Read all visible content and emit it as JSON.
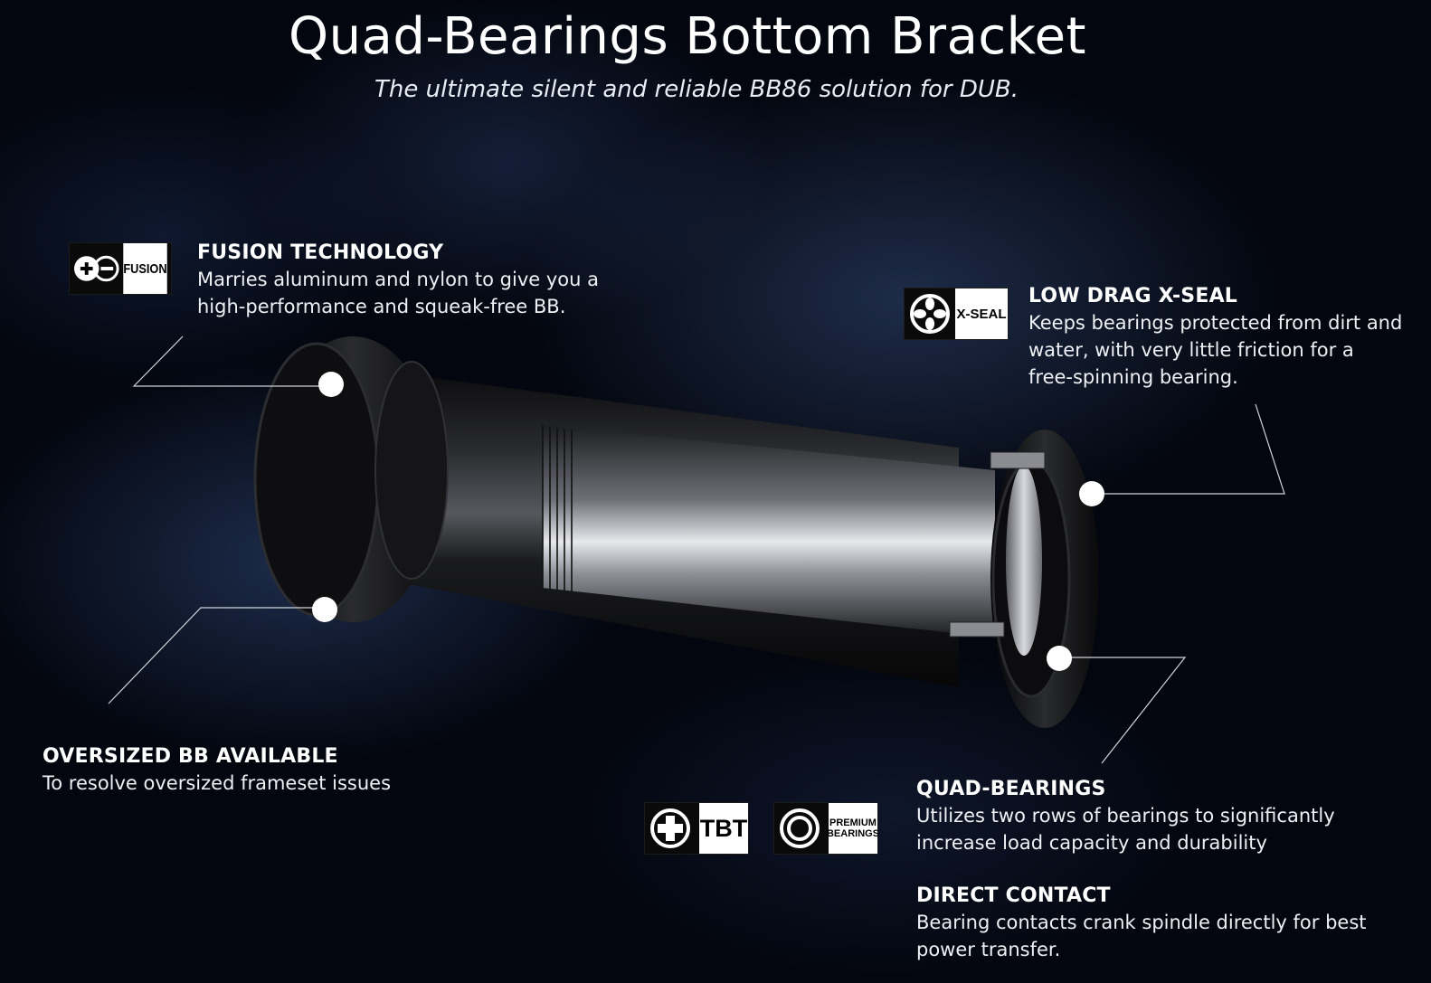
{
  "header": {
    "title": "Quad-Bearings Bottom Bracket",
    "subtitle": "The ultimate silent and reliable BB86 solution for DUB."
  },
  "features": {
    "fusion": {
      "title": "FUSION TECHNOLOGY",
      "description_line1": "Marries aluminum and nylon to give you a",
      "description_line2": "high-performance and squeak-free BB."
    },
    "xseal": {
      "title": "LOW DRAG X-SEAL",
      "description_line1": "Keeps bearings protected from dirt and",
      "description_line2": "water, with very little friction for a",
      "description_line3": "free-spinning bearing."
    },
    "oversized": {
      "title": "OVERSIZED BB AVAILABLE",
      "description_line1": "To resolve oversized frameset issues"
    },
    "quad": {
      "title": "QUAD-BEARINGS",
      "description_line1": "Utilizes two rows of bearings to significantly",
      "description_line2": "increase load capacity and durability"
    },
    "direct": {
      "title": "DIRECT CONTACT",
      "description_line1": "Bearing contacts crank spindle directly for best",
      "description_line2": "power transfer."
    }
  },
  "badges": {
    "fusion": {
      "label": "FUSION",
      "icon": "plus-minus-circle-icon"
    },
    "xseal": {
      "label": "X-SEAL",
      "icon": "x-seal-icon"
    },
    "tbt": {
      "label": "TBT",
      "icon": "cross-circle-icon"
    },
    "premium": {
      "label_line1": "PREMIUM",
      "label_line2": "BEARINGS",
      "icon": "ring-icon"
    }
  },
  "colors": {
    "background": "#03060e",
    "text": "#ffffff",
    "badge_bg": "#0a0a0a",
    "badge_label_bg": "#ffffff"
  }
}
